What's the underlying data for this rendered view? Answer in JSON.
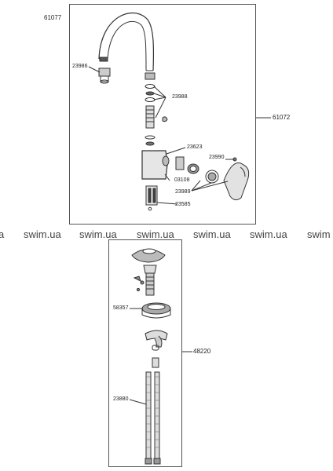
{
  "assembly_upper": {
    "ref": "61077",
    "side_ref": "61072"
  },
  "assembly_lower": {
    "side_ref": "48220"
  },
  "parts": {
    "p23986": "23986",
    "p23988": "23988",
    "p23623": "23623",
    "p23990": "23990",
    "p03108": "03108",
    "p23989": "23989",
    "p23585": "23585",
    "p58357": "58357",
    "p23880": "23880"
  },
  "watermark": [
    "a",
    "swim.ua",
    "swim.ua",
    "swim.ua",
    "swim.ua",
    "swim.ua",
    "swim"
  ]
}
